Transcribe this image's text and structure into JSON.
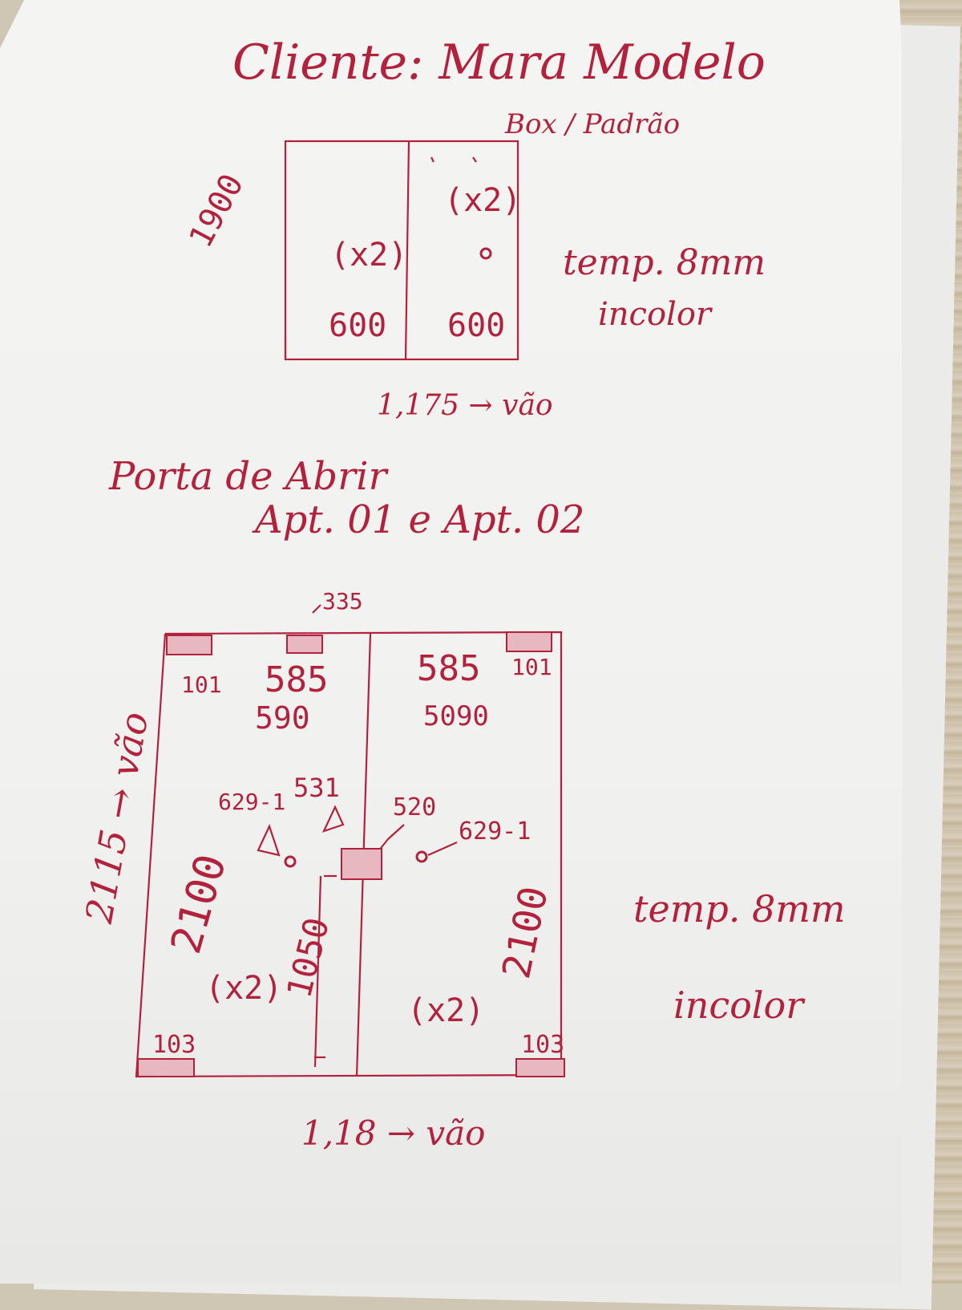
{
  "client_line": "Cliente: Mara Modelo",
  "section1": {
    "subtitle": "Box / Padrão",
    "height": "1900",
    "left_panel": {
      "qty": "(x2)",
      "width": "600"
    },
    "right_panel": {
      "qty": "(x2)",
      "width": "600"
    },
    "glass_spec": "temp. 8mm",
    "glass_color": "incolor",
    "vao_width": "1,175 → vão"
  },
  "section2": {
    "title": "Porta de Abrir",
    "subtitle": "Apt. 01 e Apt. 02",
    "part_335": "335",
    "part_101_left": "101",
    "part_101_right": "101",
    "left_width": "585",
    "right_width": "585",
    "code_left": "590",
    "code_right": "5090",
    "part_6291_left": "629-1",
    "part_531": "531",
    "part_520": "520",
    "part_6291_right": "629-1",
    "height_left": "2100",
    "height_right": "2100",
    "vao_height": "2115 → vão",
    "handle_height": "1050",
    "left_qty": "(x2)",
    "right_qty": "(x2)",
    "part_103_left": "103",
    "part_103_right": "103",
    "vao_width": "1,18 → vão",
    "glass_spec": "temp. 8mm",
    "glass_color": "incolor"
  },
  "colors": {
    "ink": "#b2223d",
    "paper": "#f2f2f0",
    "wood": "#d1c5b0"
  }
}
